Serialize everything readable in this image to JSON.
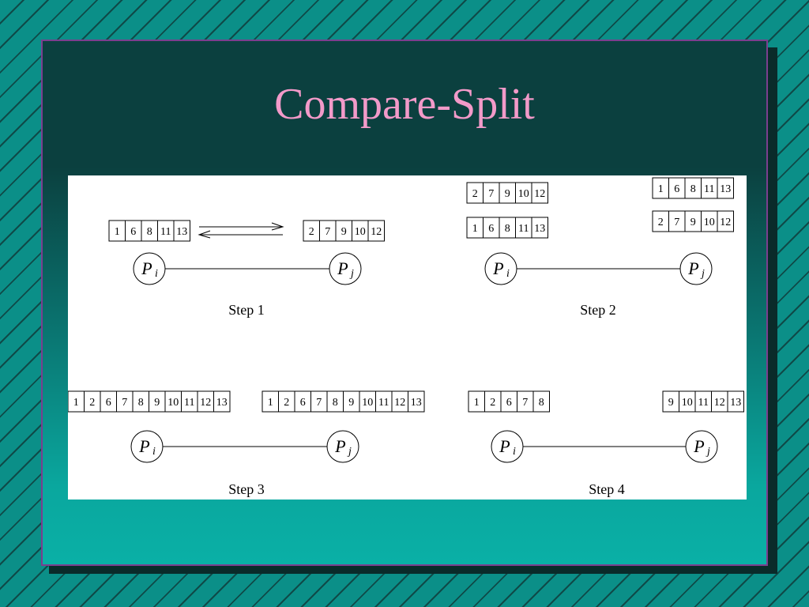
{
  "slide": {
    "title": "Compare-Split"
  },
  "steps": [
    {
      "label": "Step 1",
      "node_i": {
        "main": "P",
        "sub": "i"
      },
      "node_j": {
        "main": "P",
        "sub": "j"
      },
      "arrays": [
        {
          "values": [
            "1",
            "6",
            "8",
            "11",
            "13"
          ]
        },
        {
          "values": [
            "2",
            "7",
            "9",
            "10",
            "12"
          ]
        }
      ],
      "exchange_arrows": true
    },
    {
      "label": "Step 2",
      "node_i": {
        "main": "P",
        "sub": "i"
      },
      "node_j": {
        "main": "P",
        "sub": "j"
      },
      "arrays": [
        {
          "values": [
            "2",
            "7",
            "9",
            "10",
            "12"
          ]
        },
        {
          "values": [
            "1",
            "6",
            "8",
            "11",
            "13"
          ]
        },
        {
          "values": [
            "1",
            "6",
            "8",
            "11",
            "13"
          ]
        },
        {
          "values": [
            "2",
            "7",
            "9",
            "10",
            "12"
          ]
        }
      ]
    },
    {
      "label": "Step 3",
      "node_i": {
        "main": "P",
        "sub": "i"
      },
      "node_j": {
        "main": "P",
        "sub": "j"
      },
      "arrays": [
        {
          "values": [
            "1",
            "2",
            "6",
            "7",
            "8",
            "9",
            "10",
            "11",
            "12",
            "13"
          ]
        },
        {
          "values": [
            "1",
            "2",
            "6",
            "7",
            "8",
            "9",
            "10",
            "11",
            "12",
            "13"
          ]
        }
      ]
    },
    {
      "label": "Step 4",
      "node_i": {
        "main": "P",
        "sub": "i"
      },
      "node_j": {
        "main": "P",
        "sub": "j"
      },
      "arrays": [
        {
          "values": [
            "1",
            "2",
            "6",
            "7",
            "8"
          ]
        },
        {
          "values": [
            "9",
            "10",
            "11",
            "12",
            "13"
          ]
        }
      ]
    }
  ]
}
